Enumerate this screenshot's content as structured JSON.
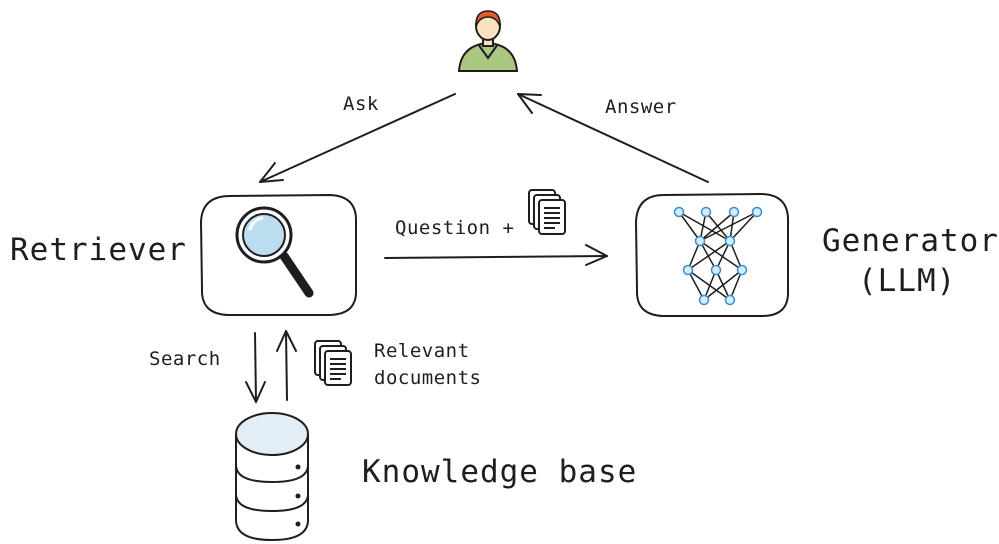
{
  "labels": {
    "ask": "Ask",
    "answer": "Answer",
    "question_plus": "Question +",
    "retriever": "Retriever",
    "generator_line1": "Generator",
    "generator_line2": "(LLM)",
    "search": "Search",
    "relevant_line1": "Relevant",
    "relevant_line2": "documents",
    "knowledge_base": "Knowledge base"
  },
  "icons": {
    "user": "user-avatar-icon",
    "retriever": "magnifying-glass-icon",
    "generator": "neural-network-icon",
    "documents": "document-stack-icon",
    "knowledge_base": "database-icon"
  },
  "colors": {
    "stroke": "#1e1e1e",
    "user_hair": "#e0582c",
    "user_skin": "#fbe3c0",
    "user_shirt": "#a9c77e",
    "lens_fill": "#bcdcf0",
    "node_fill": "#d4ecfb",
    "node_stroke": "#3b8fd6",
    "db_top": "#e3edf6"
  }
}
